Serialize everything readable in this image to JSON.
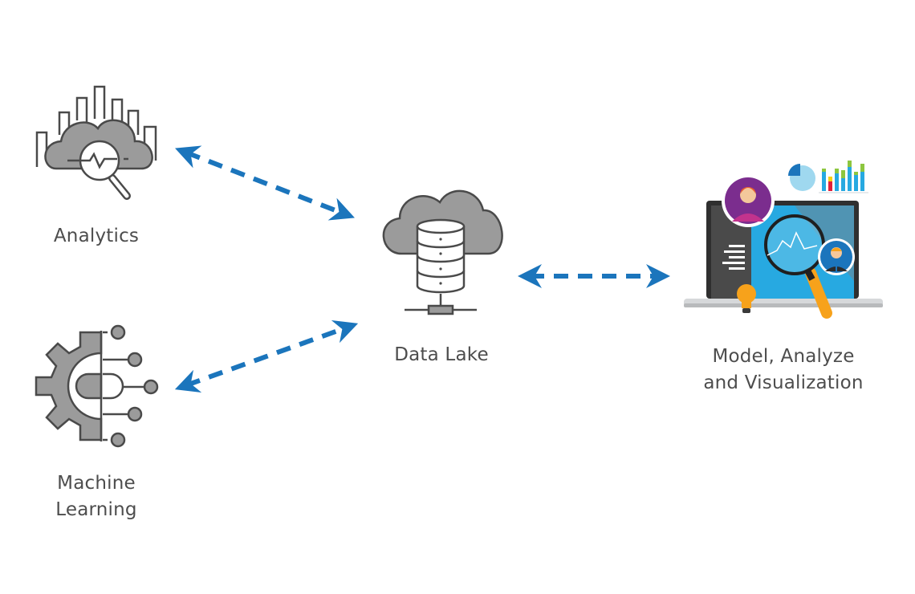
{
  "nodes": {
    "analytics": {
      "label": "Analytics"
    },
    "machine_learning": {
      "label_line1": "Machine",
      "label_line2": "Learning"
    },
    "data_lake": {
      "label": "Data Lake"
    },
    "visualization": {
      "label_line1": "Model, Analyze",
      "label_line2": "and Visualization"
    }
  },
  "connectors": [
    {
      "from": "analytics",
      "to": "data_lake",
      "style": "dashed",
      "direction": "bidirectional"
    },
    {
      "from": "machine_learning",
      "to": "data_lake",
      "style": "dashed",
      "direction": "bidirectional"
    },
    {
      "from": "data_lake",
      "to": "visualization",
      "style": "dashed",
      "direction": "bidirectional"
    }
  ],
  "colors": {
    "arrow": "#1b75bc",
    "icon_fill": "#9b9b9b",
    "icon_stroke": "#4a4a4a",
    "label_text": "#4d4d4d",
    "accent_purple": "#7b2d8e",
    "accent_orange": "#f7a21b",
    "accent_blue": "#27a9e1",
    "accent_green": "#8dc63f",
    "accent_red": "#e21f3a",
    "accent_yellow": "#f6d015"
  }
}
